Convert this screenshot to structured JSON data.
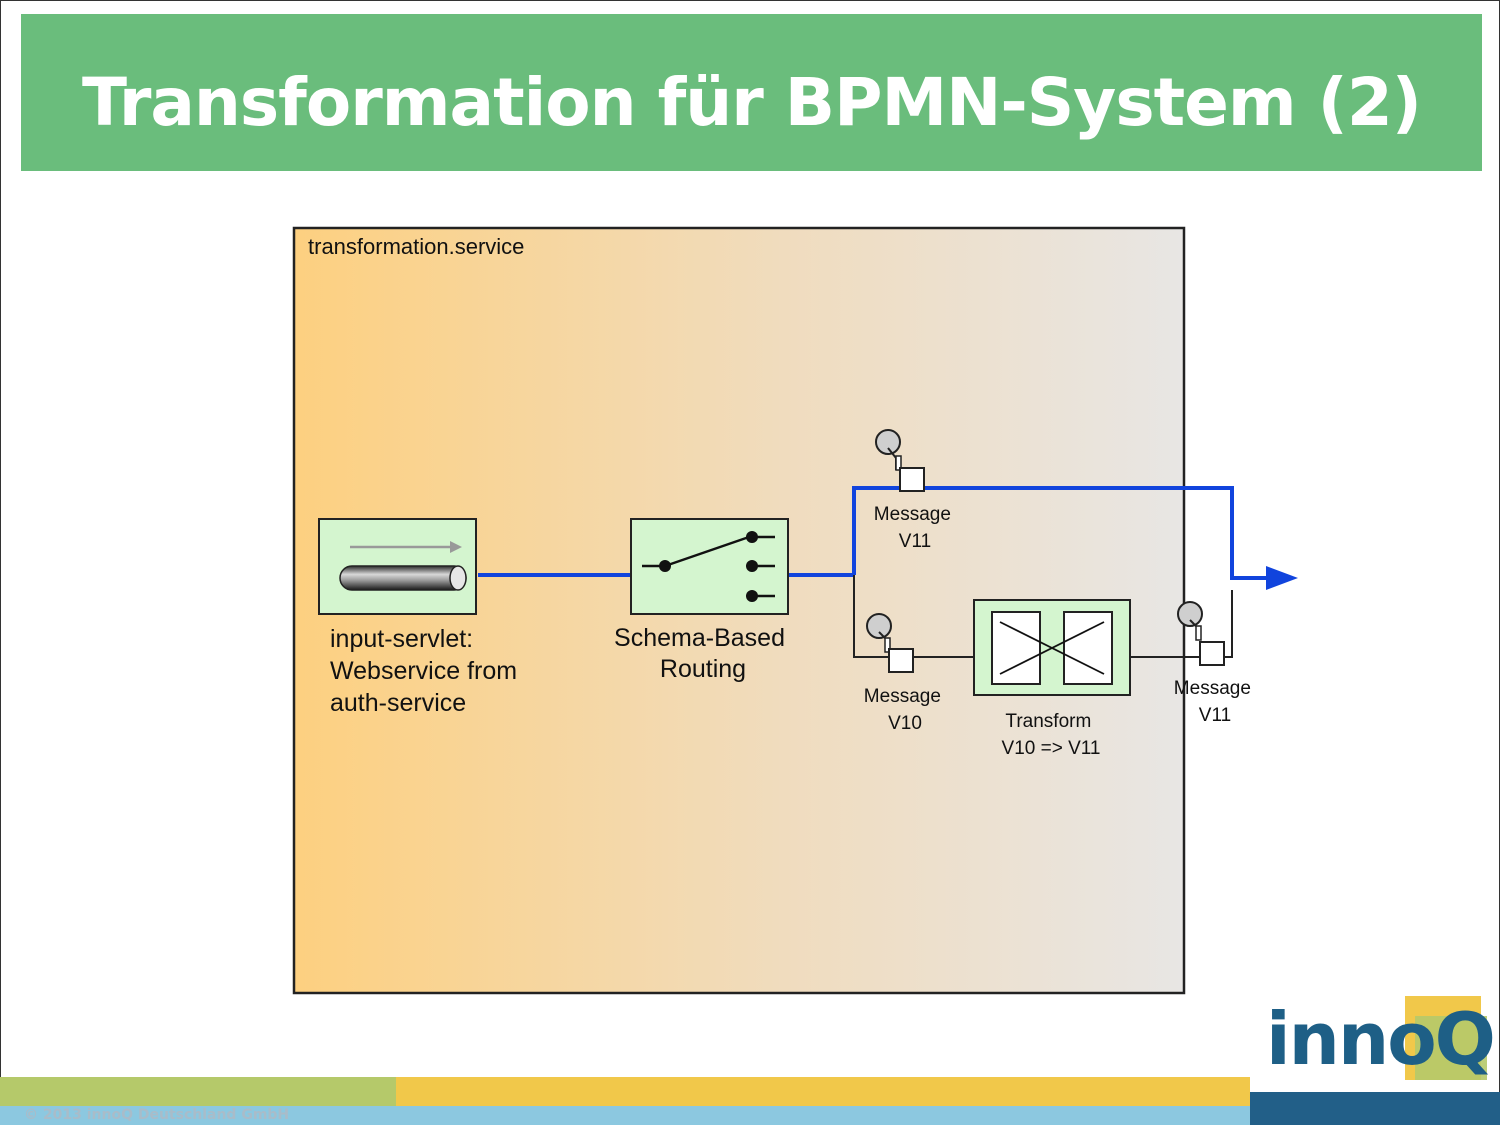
{
  "slide": {
    "title": "Transformation für BPMN-System (2)",
    "copyright": "© 2013 innoQ Deutschland GmbH"
  },
  "logo": {
    "text_main": "inno",
    "text_box": "Q"
  },
  "diagram": {
    "container_label": "transformation.service",
    "nodes": {
      "input_servlet": [
        "input-servlet:",
        "Webservice from",
        "auth-service"
      ],
      "routing": [
        "Schema-Based",
        "Routing"
      ],
      "message_top": [
        "Message",
        "V11"
      ],
      "message_mid": [
        "Message",
        "V10"
      ],
      "transform": [
        "Transform",
        "V10 => V11"
      ],
      "message_right": [
        "Message",
        "V11"
      ]
    },
    "colors": {
      "header": "#6abd7c",
      "node_fill": "#d4f5cf",
      "flow_blue": "#1144dd",
      "gradient_start": "#fdd080",
      "gradient_end": "#e8e6e4"
    }
  }
}
